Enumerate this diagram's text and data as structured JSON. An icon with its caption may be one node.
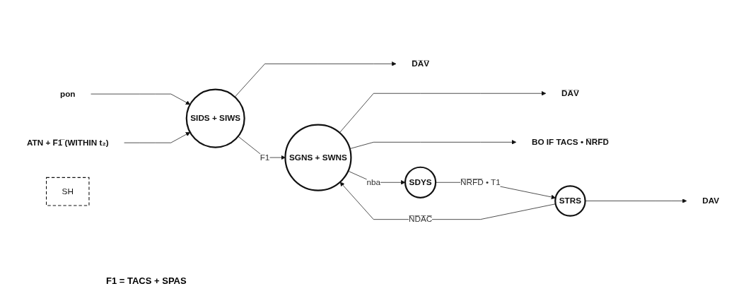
{
  "diagram": {
    "nodes": [
      {
        "text": [
          "SIDS + SIWS"
        ]
      },
      {
        "text": [
          "D̅A̅V̅"
        ]
      },
      {
        "text": [
          "pon"
        ]
      },
      {
        "text": [
          "ATN + F̅1̅ (WITHIN t₂)"
        ]
      },
      {
        "text": [
          "SGNS + SWNS"
        ]
      },
      {
        "text": [
          "D̅A̅V̅"
        ]
      },
      {
        "text": [
          "BO IF TACS • N̅R̅F̅D̅"
        ]
      },
      {
        "text": [
          "SDYS"
        ]
      },
      {
        "text": [
          "STRS"
        ]
      },
      {
        "text": [
          "DAV"
        ]
      },
      {
        "text": [
          "SH"
        ]
      }
    ],
    "edges": [
      {
        "from": 0,
        "to": 1,
        "arrow": "to"
      },
      {
        "from": 2,
        "to": 0,
        "arrow": "to"
      },
      {
        "from": 3,
        "to": 0,
        "arrow": "to"
      },
      {
        "from": 0,
        "to": 4,
        "arrow": "to",
        "label": "F1"
      },
      {
        "from": 4,
        "to": 5,
        "arrow": "to"
      },
      {
        "from": 4,
        "to": 6,
        "arrow": "to"
      },
      {
        "from": 4,
        "to": 7,
        "arrow": "to",
        "label": "nba"
      },
      {
        "from": 7,
        "to": 8,
        "arrow": "to",
        "label": "N̅R̅F̅D̅ • T1"
      },
      {
        "from": 8,
        "to": 4,
        "arrow": "to",
        "label": "N̅D̅A̅C̅"
      },
      {
        "from": 8,
        "to": 9,
        "arrow": "to"
      }
    ],
    "labels": [
      "F1 = TACS + SPAS"
    ]
  }
}
